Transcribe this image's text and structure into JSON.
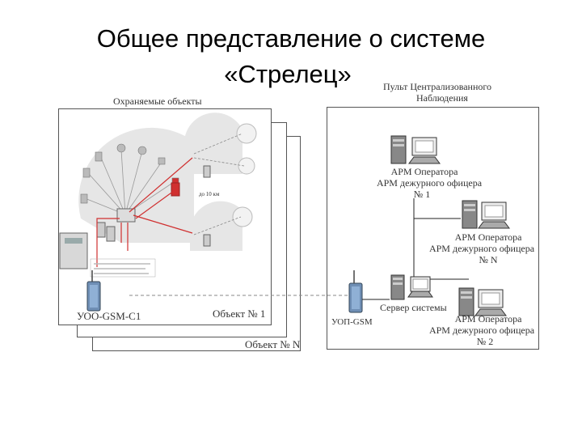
{
  "title": {
    "line1": "Общее представление о системе",
    "line2": "«Стрелец»"
  },
  "left_panel": {
    "heading": "Охраняемые объекты",
    "device_label": "УОО-GSM-С1",
    "object_1": "Объект № 1",
    "object_n": "Объект № N",
    "distance_label": "до 10 км"
  },
  "right_panel": {
    "heading_line1": "Пульт Централизованного",
    "heading_line2": "Наблюдения",
    "device_label": "УОП-GSM",
    "server_label": "Сервер системы",
    "workstations": [
      {
        "line1": "АРМ Оператора",
        "line2": "АРМ дежурного офицера",
        "line3": "№ 1"
      },
      {
        "line1": "АРМ Оператора",
        "line2": "АРМ дежурного офицера",
        "line3": "№ N"
      },
      {
        "line1": "АРМ Оператора",
        "line2": "АРМ дежурного офицера",
        "line3": "№ 2"
      }
    ]
  },
  "colors": {
    "frame": "#555555",
    "text": "#333333",
    "link_red": "#d03030",
    "halo": "#e6e6e6",
    "modem_blue": "#6f8fb5"
  }
}
